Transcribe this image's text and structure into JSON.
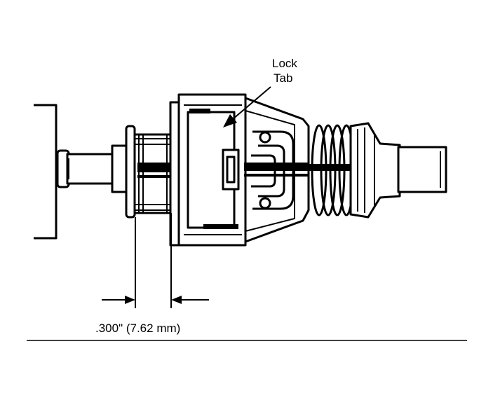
{
  "labels": {
    "lock_tab_line1": "Lock",
    "lock_tab_line2": "Tab",
    "dimension": ".300\" (7.62 mm)"
  }
}
